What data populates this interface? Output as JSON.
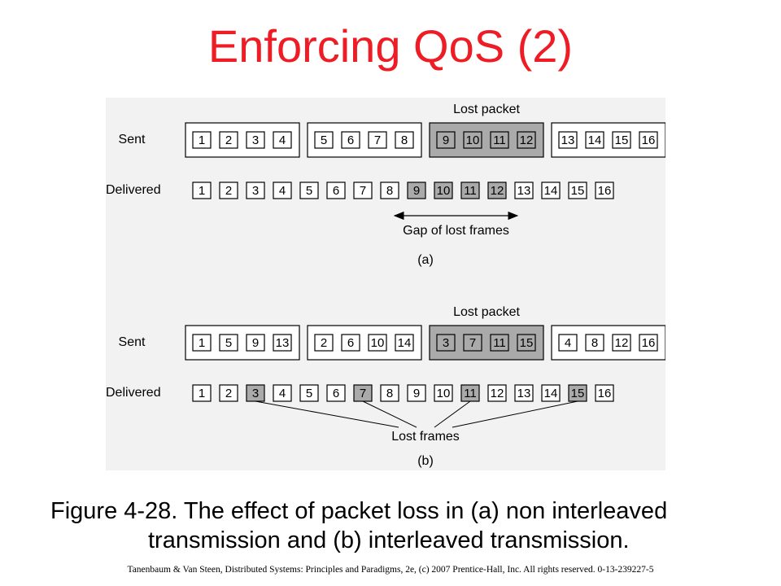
{
  "title": "Enforcing QoS (2)",
  "figure": {
    "panel_a": {
      "lost_packet_label": "Lost packet",
      "sent_label": "Sent",
      "delivered_label": "Delivered",
      "sent_packets": [
        [
          "1",
          "2",
          "3",
          "4"
        ],
        [
          "5",
          "6",
          "7",
          "8"
        ],
        [
          "9",
          "10",
          "11",
          "12"
        ],
        [
          "13",
          "14",
          "15",
          "16"
        ]
      ],
      "lost_packet_index": 2,
      "delivered": [
        "1",
        "2",
        "3",
        "4",
        "5",
        "6",
        "7",
        "8",
        "9",
        "10",
        "11",
        "12",
        "13",
        "14",
        "15",
        "16"
      ],
      "lost_frames": [
        "9",
        "10",
        "11",
        "12"
      ],
      "gap_label": "Gap of lost frames",
      "panel_label": "(a)"
    },
    "panel_b": {
      "lost_packet_label": "Lost packet",
      "sent_label": "Sent",
      "delivered_label": "Delivered",
      "sent_packets": [
        [
          "1",
          "5",
          "9",
          "13"
        ],
        [
          "2",
          "6",
          "10",
          "14"
        ],
        [
          "3",
          "7",
          "11",
          "15"
        ],
        [
          "4",
          "8",
          "12",
          "16"
        ]
      ],
      "lost_packet_index": 2,
      "delivered": [
        "1",
        "2",
        "3",
        "4",
        "5",
        "6",
        "7",
        "8",
        "9",
        "10",
        "11",
        "12",
        "13",
        "14",
        "15",
        "16"
      ],
      "lost_frames": [
        "3",
        "7",
        "11",
        "15"
      ],
      "lost_frames_label": "Lost frames",
      "panel_label": "(b)"
    },
    "colors": {
      "lost_fill": "#aaaaaa",
      "frame_fill": "#ffffff",
      "background": "#f2f2f2"
    }
  },
  "caption": {
    "line1": "Figure 4-28. The effect of packet loss in (a) non interleaved",
    "line2": "transmission and  (b) interleaved transmission."
  },
  "credit": "Tanenbaum & Van Steen, Distributed Systems: Principles and Paradigms, 2e, (c) 2007 Prentice-Hall, Inc. All rights reserved. 0-13-239227-5"
}
